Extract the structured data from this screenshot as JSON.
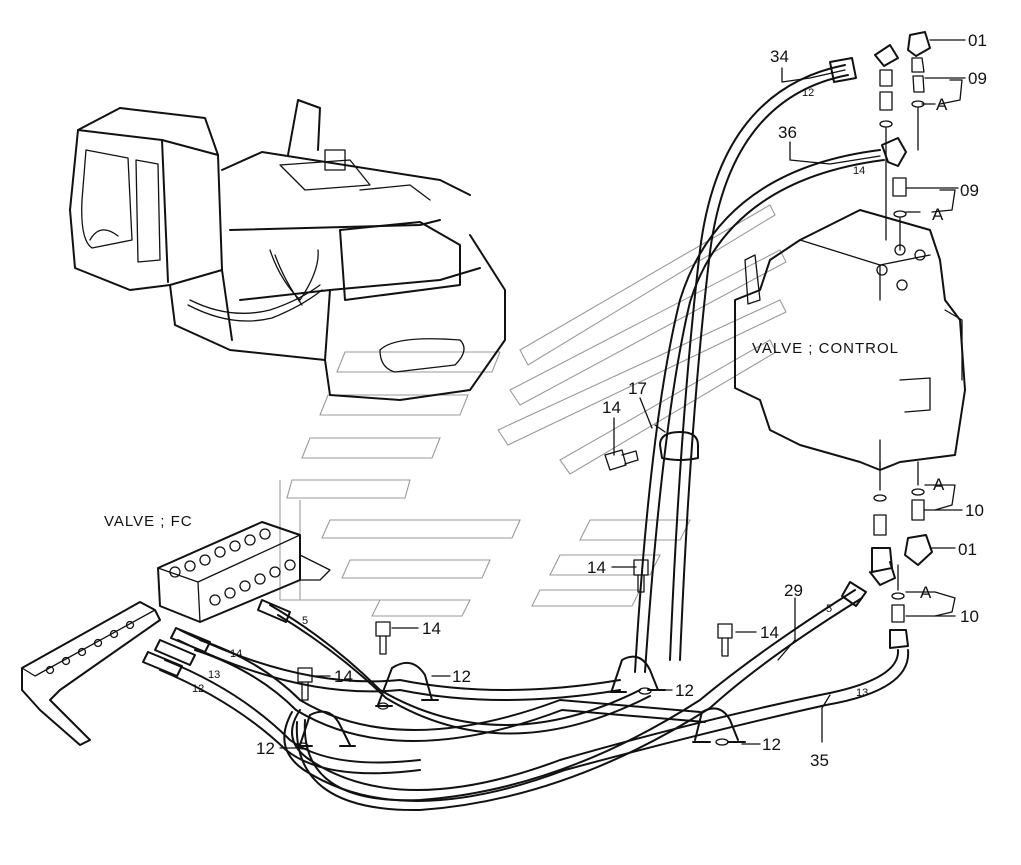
{
  "diagram": {
    "titles": {
      "control_valve": "VALVE ; CONTROL",
      "fc_valve": "VALVE ; FC"
    },
    "callouts": {
      "p01_top": "01",
      "p09_top": "09",
      "a_1": "A",
      "p09_mid": "09",
      "a_2": "A",
      "p34": "34",
      "p36": "36",
      "p17": "17",
      "p14_bolt_a": "14",
      "p14_bolt_b": "14",
      "p14_bolt_c": "14",
      "p14_bolt_d": "14",
      "p14_bolt_e": "14",
      "p12_clamp_a": "12",
      "p12_clamp_b": "12",
      "p12_clamp_c": "12",
      "p12_clamp_d": "12",
      "a_3": "A",
      "p10_a": "10",
      "p01_bottom": "01",
      "a_4": "A",
      "p10_b": "10",
      "p29": "29",
      "p35": "35"
    },
    "hose_marks": {
      "m12_top": "12",
      "m14_top": "14",
      "m5_right": "5",
      "m13_right": "13",
      "m5_left": "5",
      "m14_left": "14",
      "m13_left": "13",
      "m12_left": "12"
    },
    "colors": {
      "line": "#111111",
      "watermark": "#9a9a9a",
      "background": "#ffffff"
    }
  }
}
